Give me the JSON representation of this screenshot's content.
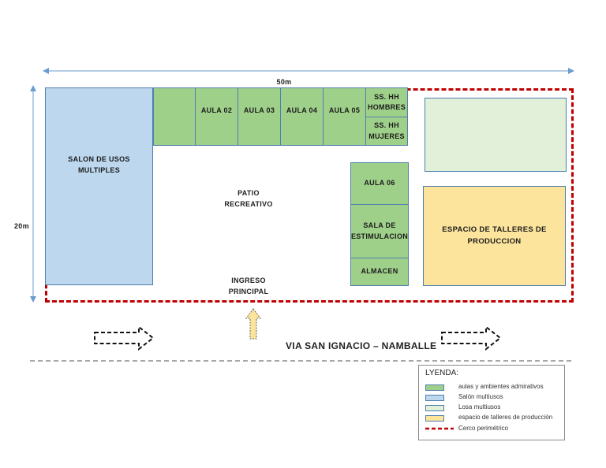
{
  "dimensions": {
    "width_label": "50m",
    "height_label": "20m"
  },
  "rooms": {
    "salon": "SALON DE USOS\nMULTIPLES",
    "aula_02": "AULA 02",
    "aula_03": "AULA 03",
    "aula_04": "AULA 04",
    "aula_05": "AULA 05",
    "sshh_hombres": "SS. HH\nHOMBRES",
    "sshh_mujeres": "SS. HH\nMUJERES",
    "aula_06": "AULA 06",
    "sala_estimulacion": "SALA DE\nESTIMULACION",
    "almacen": "ALMACEN",
    "talleres": "ESPACIO DE TALLERES DE\nPRODUCCION"
  },
  "labels": {
    "patio": "PATIO\nRECREATIVO",
    "ingreso": "INGRESO\nPRINCIPAL",
    "road": "VIA SAN IGNACIO – NAMBALLE"
  },
  "legend": {
    "title": "LYENDA:",
    "items": [
      {
        "label": "aulas y ambientes admirativos",
        "color": "#9fd08a"
      },
      {
        "label": "Salón multiusos",
        "color": "#bdd7ee"
      },
      {
        "label": "Losa multiusos",
        "color": "#e2efd9"
      },
      {
        "label": "espacio de talleres de producción",
        "color": "#fde49c"
      },
      {
        "label": "Cerco perimétrico",
        "color": "#c00000"
      }
    ]
  }
}
